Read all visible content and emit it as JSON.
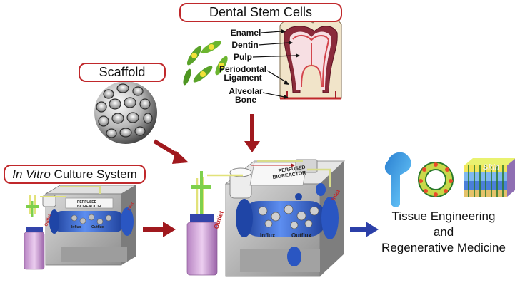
{
  "labels": {
    "dental_stem_cells": "Dental Stem Cells",
    "scaffold": "Scaffold",
    "culture_system_italic": "In Vitro",
    "culture_system_rest": " Culture System"
  },
  "tooth": {
    "enamel": "Enamel",
    "dentin": "Dentin",
    "pulp": "Pulp",
    "periodontal_1": "Periodontal",
    "periodontal_2": "Ligament",
    "alveolar_1": "Alveolar",
    "alveolar_2": "Bone"
  },
  "bioreactor": {
    "title_1": "PERFUSED",
    "title_2": "BIOREACTOR",
    "outlet": "Outlet",
    "inlet": "Inlet",
    "influx": "Influx",
    "outflux": "Outflux"
  },
  "outcome": {
    "line1": "Tissue Engineering",
    "line2": "and",
    "line3": "Regenerative Medicine"
  },
  "tissue_tag": "Skin",
  "colors": {
    "arrow_red": "#a0191e",
    "arrow_blue": "#2b3fa8",
    "box_border": "#c0282b",
    "reactor_blue": "#2f5fc8"
  }
}
